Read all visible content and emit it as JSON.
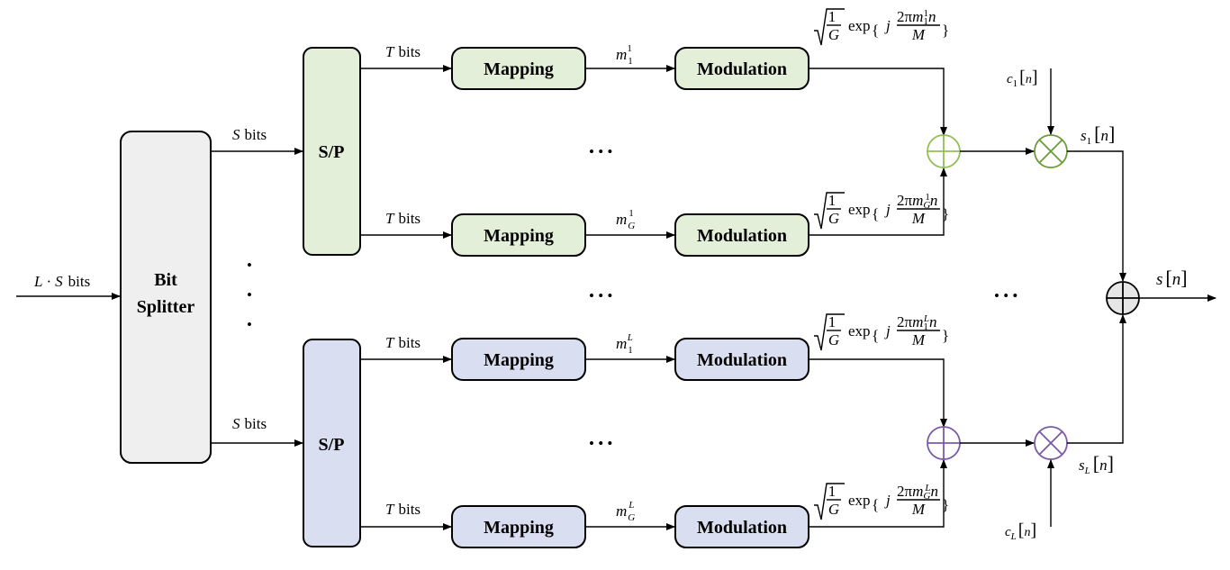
{
  "diagram": {
    "input_label": {
      "var": "L",
      "dot": "·",
      "var2": "S",
      "unit": "bits"
    },
    "splitter": {
      "line1": "Bit",
      "line2": "Splitter"
    },
    "sp_label": "S/P",
    "s_bits": {
      "var": "S",
      "unit": "bits"
    },
    "t_bits": {
      "var": "T",
      "unit": "bits"
    },
    "mapping_label": "Mapping",
    "modulation_label": "Modulation",
    "dots": "• • •",
    "vdots": "•",
    "colors": {
      "group1_fill": "#e3efd8",
      "group2_fill": "#d9def0",
      "splitter_fill": "#efefef",
      "adder1_stroke": "#92c050",
      "mult1_stroke": "#6d9b3a",
      "adder2_stroke": "#7b5aa6",
      "mult2_stroke": "#7b5aa6",
      "final_adder_fill": "#e6e6e6"
    },
    "symbols": {
      "m": "m",
      "sub1": "1",
      "subG": "G",
      "supL": "L",
      "sup1": "1"
    },
    "formula": {
      "num": "1",
      "den": "G",
      "exp": "exp",
      "j": "j",
      "two_pi": "2π",
      "n": "n",
      "M": "M"
    },
    "code_labels": {
      "c": "c",
      "sub1": "1",
      "subL": "L",
      "n": "n"
    },
    "branch_outputs": {
      "s": "s",
      "sub1": "1",
      "subL": "L",
      "n": "n"
    },
    "output_label": {
      "s": "s",
      "n": "n"
    }
  }
}
